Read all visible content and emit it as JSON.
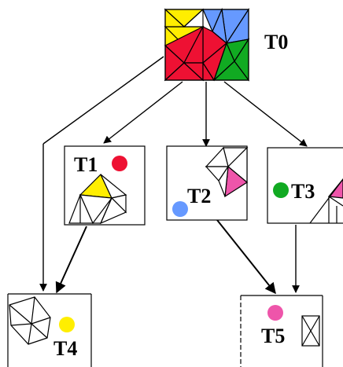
{
  "nodes": {
    "t0": {
      "label": "T0"
    },
    "t1": {
      "label": "T1",
      "dot_color": "#ee1133"
    },
    "t2": {
      "label": "T2",
      "dot_color": "#6699ff"
    },
    "t3": {
      "label": "T3",
      "dot_color": "#11aa22"
    },
    "t4": {
      "label": "T4",
      "dot_color": "#ffee00"
    },
    "t5": {
      "label": "T5",
      "dot_color": "#ee55aa"
    }
  },
  "edges": [
    {
      "from": "T0",
      "to": "T1"
    },
    {
      "from": "T0",
      "to": "T2"
    },
    {
      "from": "T0",
      "to": "T3"
    },
    {
      "from": "T0",
      "to": "T4"
    },
    {
      "from": "T1",
      "to": "T4"
    },
    {
      "from": "T2",
      "to": "T5"
    },
    {
      "from": "T3",
      "to": "T5"
    }
  ],
  "colors": {
    "red": "#ee1133",
    "yellow": "#ffee00",
    "blue": "#6699ff",
    "green": "#11aa22",
    "pink": "#ee55aa"
  }
}
